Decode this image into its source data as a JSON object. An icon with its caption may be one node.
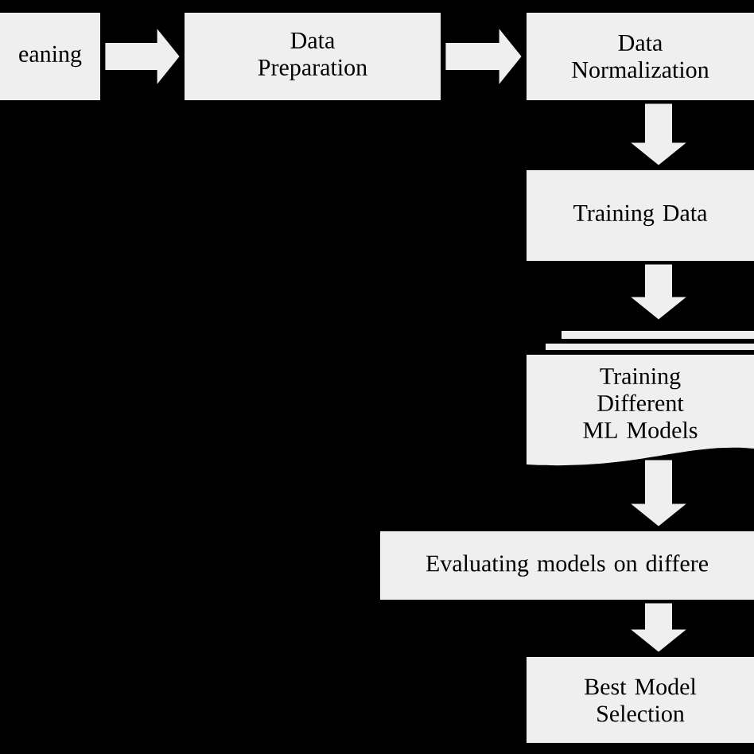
{
  "diagram": {
    "nodes": [
      {
        "text": [
          "eaning"
        ]
      },
      {
        "text": [
          "Data Preparation"
        ]
      },
      {
        "text": [
          "Data Normalization"
        ]
      },
      {
        "text": [
          "Training Data"
        ]
      },
      {
        "text": [
          "Training Different ML Models"
        ]
      },
      {
        "text": [
          "Evaluating models on differe"
        ]
      },
      {
        "text": [
          "Best Model Selection"
        ]
      }
    ],
    "edges": [
      {
        "from": 0,
        "to": 1,
        "arrow": "to"
      },
      {
        "from": 1,
        "to": 2,
        "arrow": "to"
      },
      {
        "from": 2,
        "to": 3,
        "arrow": "to"
      },
      {
        "from": 3,
        "to": 4,
        "arrow": "to"
      },
      {
        "from": 4,
        "to": 5,
        "arrow": "to"
      },
      {
        "from": 5,
        "to": 6,
        "arrow": "to"
      }
    ]
  }
}
